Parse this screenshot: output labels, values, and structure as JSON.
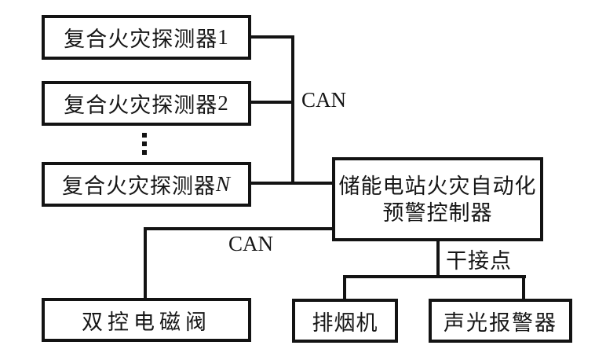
{
  "figure": {
    "type": "block-diagram",
    "description_domain": "energy-storage-station fire early-warning system wiring diagram"
  },
  "colors": {
    "background": "#ffffff",
    "line": "#131313",
    "text": "#161616"
  },
  "nodes": {
    "detector1": {
      "prefix": "复合火灾探测器",
      "suffix": "1"
    },
    "detector2": {
      "prefix": "复合火灾探测器",
      "suffix": "2"
    },
    "detectorN": {
      "prefix": "复合火灾探测器",
      "suffix": "N"
    },
    "controller": {
      "line1": "储能电站火灾自动化",
      "line2": "预警控制器"
    },
    "valve": {
      "label": "双控电磁阀"
    },
    "smoke_fan": {
      "label": "排烟机"
    },
    "sound_light_alarm": {
      "label": "声光报警器"
    }
  },
  "edge_labels": {
    "can_detector_bus": "CAN",
    "can_valve": "CAN",
    "dry_contact": "干接点"
  },
  "icons": {
    "vertical_ellipsis": "⋮"
  }
}
